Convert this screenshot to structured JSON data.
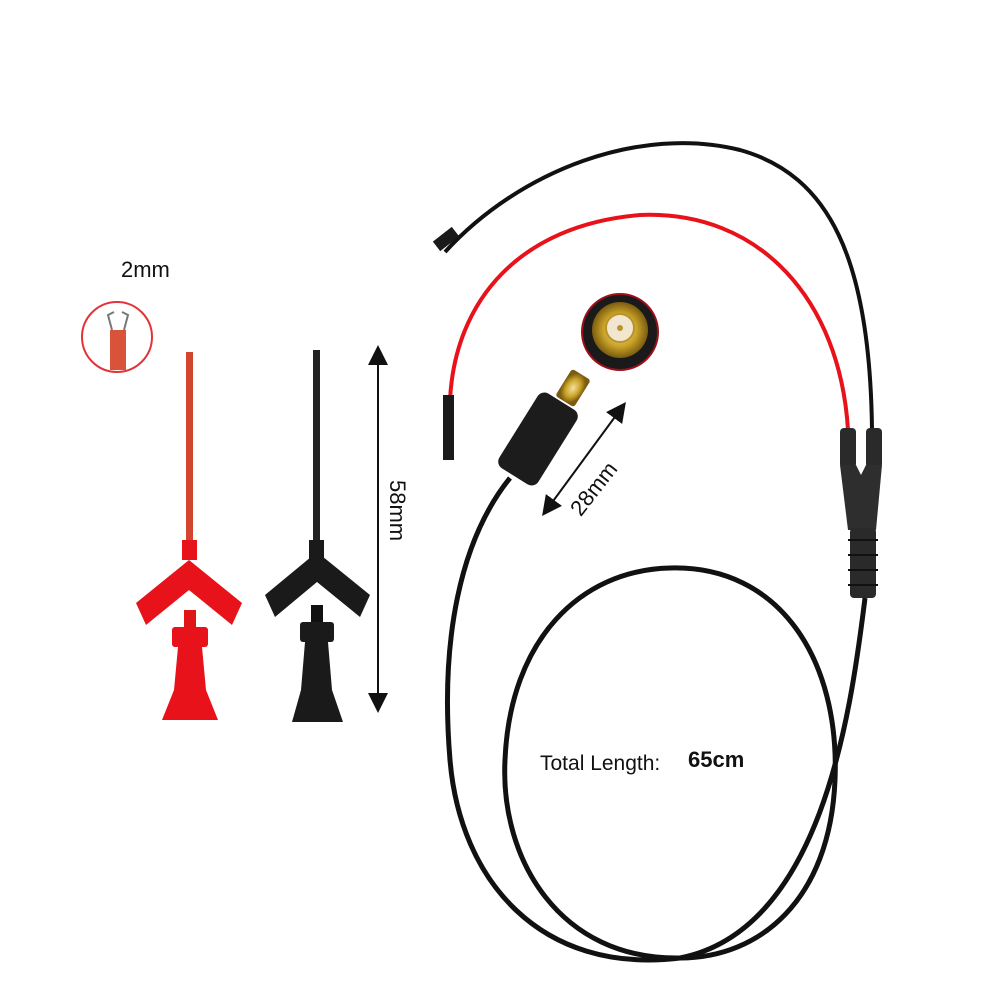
{
  "figure": {
    "description": "Mini grabber test hook clips with MCX connector split probe cable",
    "colors": {
      "background": "#ffffff",
      "red_wire": "#e8121a",
      "black_wire": "#111111",
      "gold_connector": "#c9a227",
      "dimension_line": "#111111"
    },
    "components": [
      {
        "name": "red-test-hook-clip",
        "color": "red"
      },
      {
        "name": "black-test-hook-clip",
        "color": "black"
      },
      {
        "name": "mcx-connector",
        "color": "gold/black"
      },
      {
        "name": "split-y-junction",
        "color": "black"
      },
      {
        "name": "red-lead-with-dupont-female",
        "color": "red"
      },
      {
        "name": "black-lead-with-dupont-female",
        "color": "black"
      }
    ]
  },
  "labels": {
    "hook_tip_width": "2mm",
    "clip_length": "58mm",
    "connector_length": "28mm",
    "total_length_label": "Total Length:",
    "total_length_value": "65cm"
  }
}
